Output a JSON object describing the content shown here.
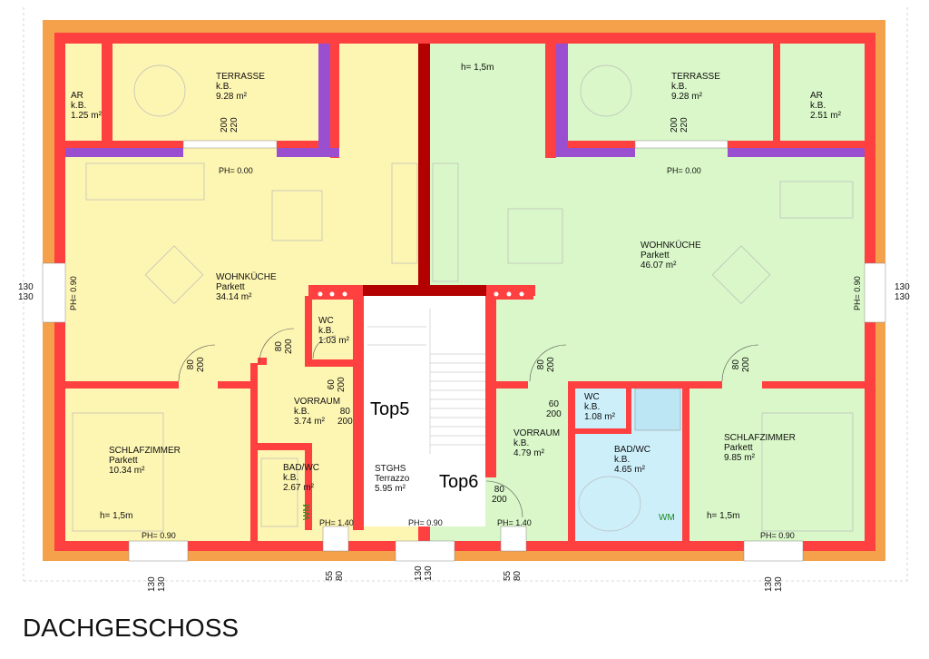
{
  "title": "DACHGESCHOSS",
  "units": {
    "top5": "Top5",
    "top6": "Top6"
  },
  "rooms": {
    "terrasse_left": "TERRASSE\nk.B.\n9.28 m²",
    "ar_left": "AR\nk.B.\n1.25 m²",
    "wohnkueche_left": "WOHNKÜCHE\nParkett\n34.14 m²",
    "wc_left": "WC\nk.B.\n1.03 m²",
    "vorraum_left": "VORRAUM\nk.B.\n3.74 m²",
    "schlafzimmer_left": "SCHLAFZIMMER\nParkett\n10.34 m²",
    "badwc_left": "BAD/WC\nk.B.\n2.67 m²",
    "stghs": "STGHS\nTerrazzo\n5.95 m²",
    "terrasse_right": "TERRASSE\nk.B.\n9.28 m²",
    "ar_right": "AR\nk.B.\n2.51 m²",
    "wohnkueche_right": "WOHNKÜCHE\nParkett\n46.07 m²",
    "wc_right": "WC\nk.B.\n1.08 m²",
    "vorraum_right": "VORRAUM\nk.B.\n4.79 m²",
    "badwc_right": "BAD/WC\nk.B.\n4.65 m²",
    "schlafzimmer_right": "SCHLAFZIMMER\nParkett\n9.85 m²"
  },
  "heights": {
    "h_left": "h= 1,5m",
    "h_right_top": "h= 1,5m",
    "h_right_bottom": "h= 1,5m"
  },
  "parapets": {
    "ph_terrace_left": "PH= 0.00",
    "ph_terrace_right": "PH= 0.00",
    "ph_left_wall": "PH= 0.90",
    "ph_right_wall": "PH= 0.90",
    "ph_bottom_left": "PH= 0.90",
    "ph_bottom_badl": "PH= 1.40",
    "ph_bottom_stghs": "PH= 0.90",
    "ph_bottom_vorr": "PH= 1.40",
    "ph_bottom_right": "PH= 0.90"
  },
  "dims": {
    "terr_l": "200\n220",
    "terr_r": "200\n220",
    "side_l": "130\n130",
    "side_r": "130\n130",
    "door_wk_l": "80\n200",
    "door_wc_l": "80\n200",
    "door_vor_l1": "60\n200",
    "door_vor_l2": "80\n200",
    "door_vor_r": "80\n200",
    "door_wc_r": "60\n200",
    "door_sz_r": "80\n200",
    "door_top6": "80\n200",
    "bot_1": "130\n130",
    "bot_2": "55\n80",
    "bot_3": "130\n130",
    "bot_4": "55\n80",
    "bot_5": "130\n130"
  },
  "fixtures": {
    "wm_left": "WM",
    "wm_right": "WM"
  },
  "colors": {
    "wall": "#ff4040",
    "insulation": "#f5a04a",
    "unit_left": "#fdf5b2",
    "unit_right": "#d9f7c8",
    "bath_right": "#cdeffa",
    "stair": "#ffffff",
    "terrace_wall": "#9a4fd0",
    "core_wall": "#b30000"
  }
}
